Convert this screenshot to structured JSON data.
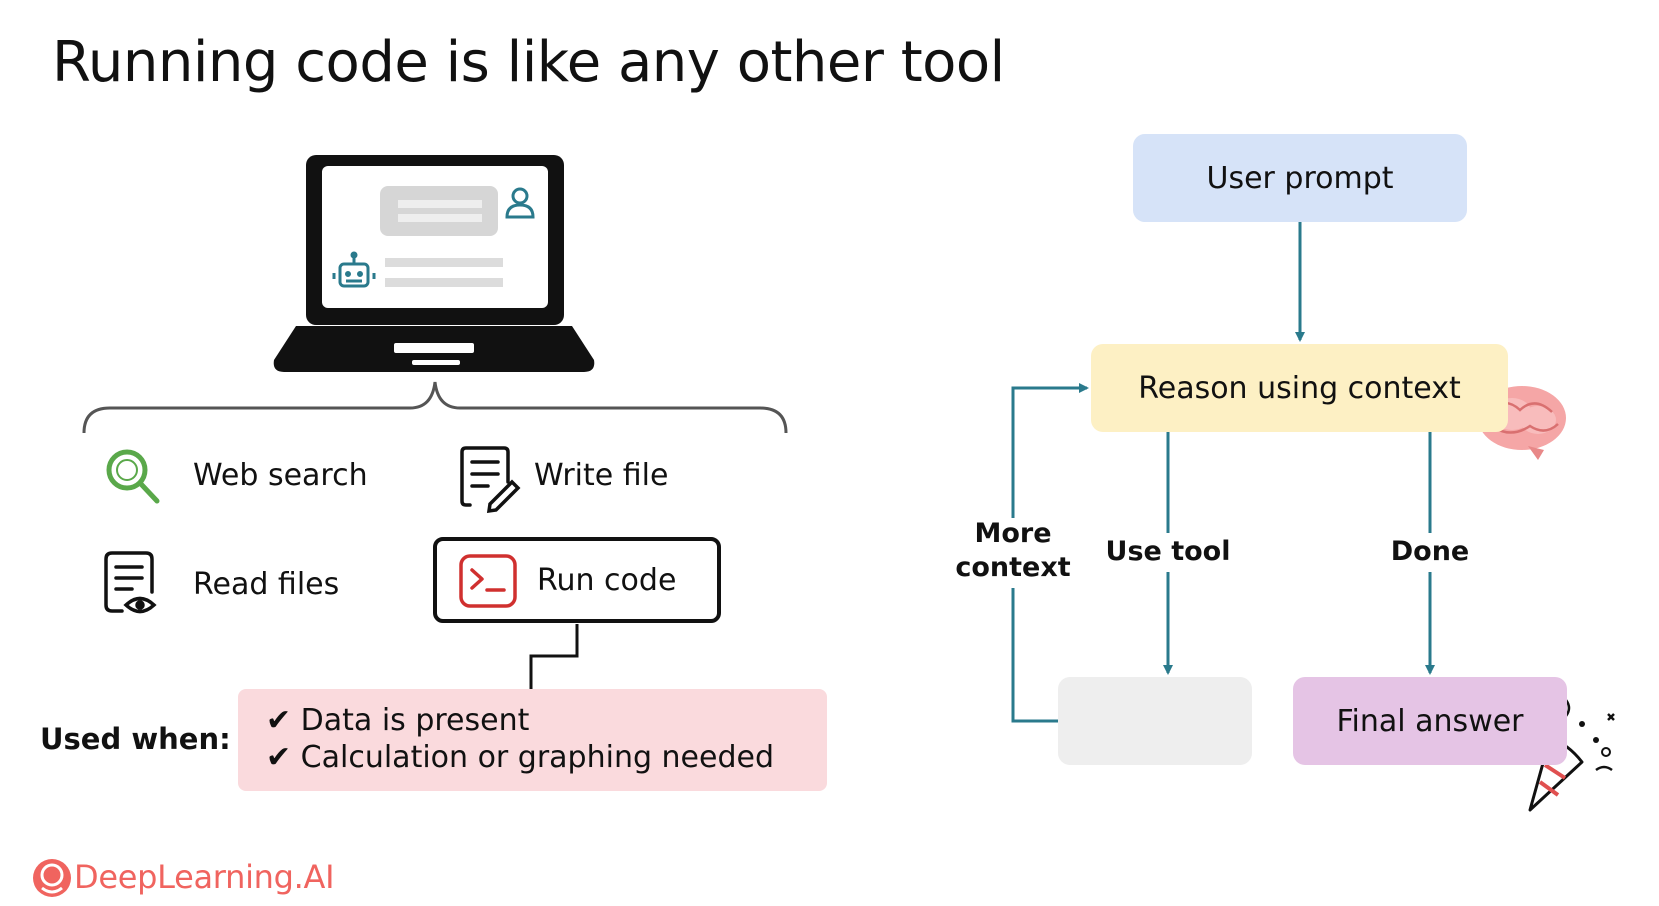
{
  "title": "Running code is like any other tool",
  "tools": {
    "web_search": "Web search",
    "write_file": "Write file",
    "read_files": "Read files",
    "run_code": "Run code"
  },
  "used_when": {
    "label": "Used when:",
    "items": [
      "✔ Data is present",
      "✔ Calculation or graphing needed"
    ]
  },
  "flow": {
    "user_prompt": "User prompt",
    "reason": "Reason using context",
    "more_context_line1": "More",
    "more_context_line2": "context",
    "use_tool": "Use tool",
    "done": "Done",
    "final_answer": "Final answer"
  },
  "logo": {
    "text": "DeepLearning.AI"
  },
  "colors": {
    "accent_teal": "#2a7a8c",
    "search_green": "#5aa84a",
    "code_red": "#d0302f",
    "logo_coral": "#f0645f",
    "user_prompt_bg": "#d6e3f8",
    "reason_bg": "#fdf0c4",
    "final_answer_bg": "#e5c4e5",
    "used_panel_bg": "#fadadd"
  },
  "icons": [
    "laptop-icon",
    "robot-icon",
    "user-icon",
    "search-icon",
    "write-file-icon",
    "read-file-icon",
    "terminal-icon",
    "brain-icon",
    "party-popper-icon",
    "logo-icon"
  ]
}
